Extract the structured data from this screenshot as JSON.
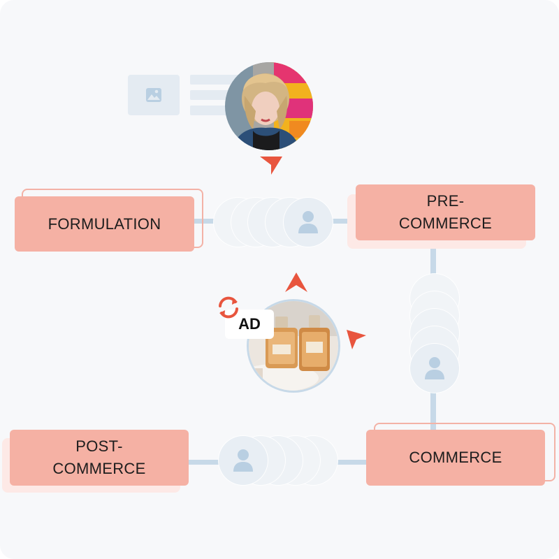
{
  "stages": {
    "formulation": "FORMULATION",
    "pre_commerce": "PRE-\nCOMMERCE",
    "commerce": "COMMERCE",
    "post_commerce": "POST-\nCOMMERCE"
  },
  "ad_badge": "AD",
  "colors": {
    "background": "#f7f8fa",
    "stage_fill": "#f5b1a4",
    "stage_outline": "#f3b2a6",
    "connector": "#c7d9e8",
    "arrow": "#e8553e",
    "user_icon": "#b9cfe2"
  },
  "icons": [
    "image-placeholder-icon",
    "user-icon",
    "refresh-icon",
    "cursor-arrow-icon"
  ]
}
